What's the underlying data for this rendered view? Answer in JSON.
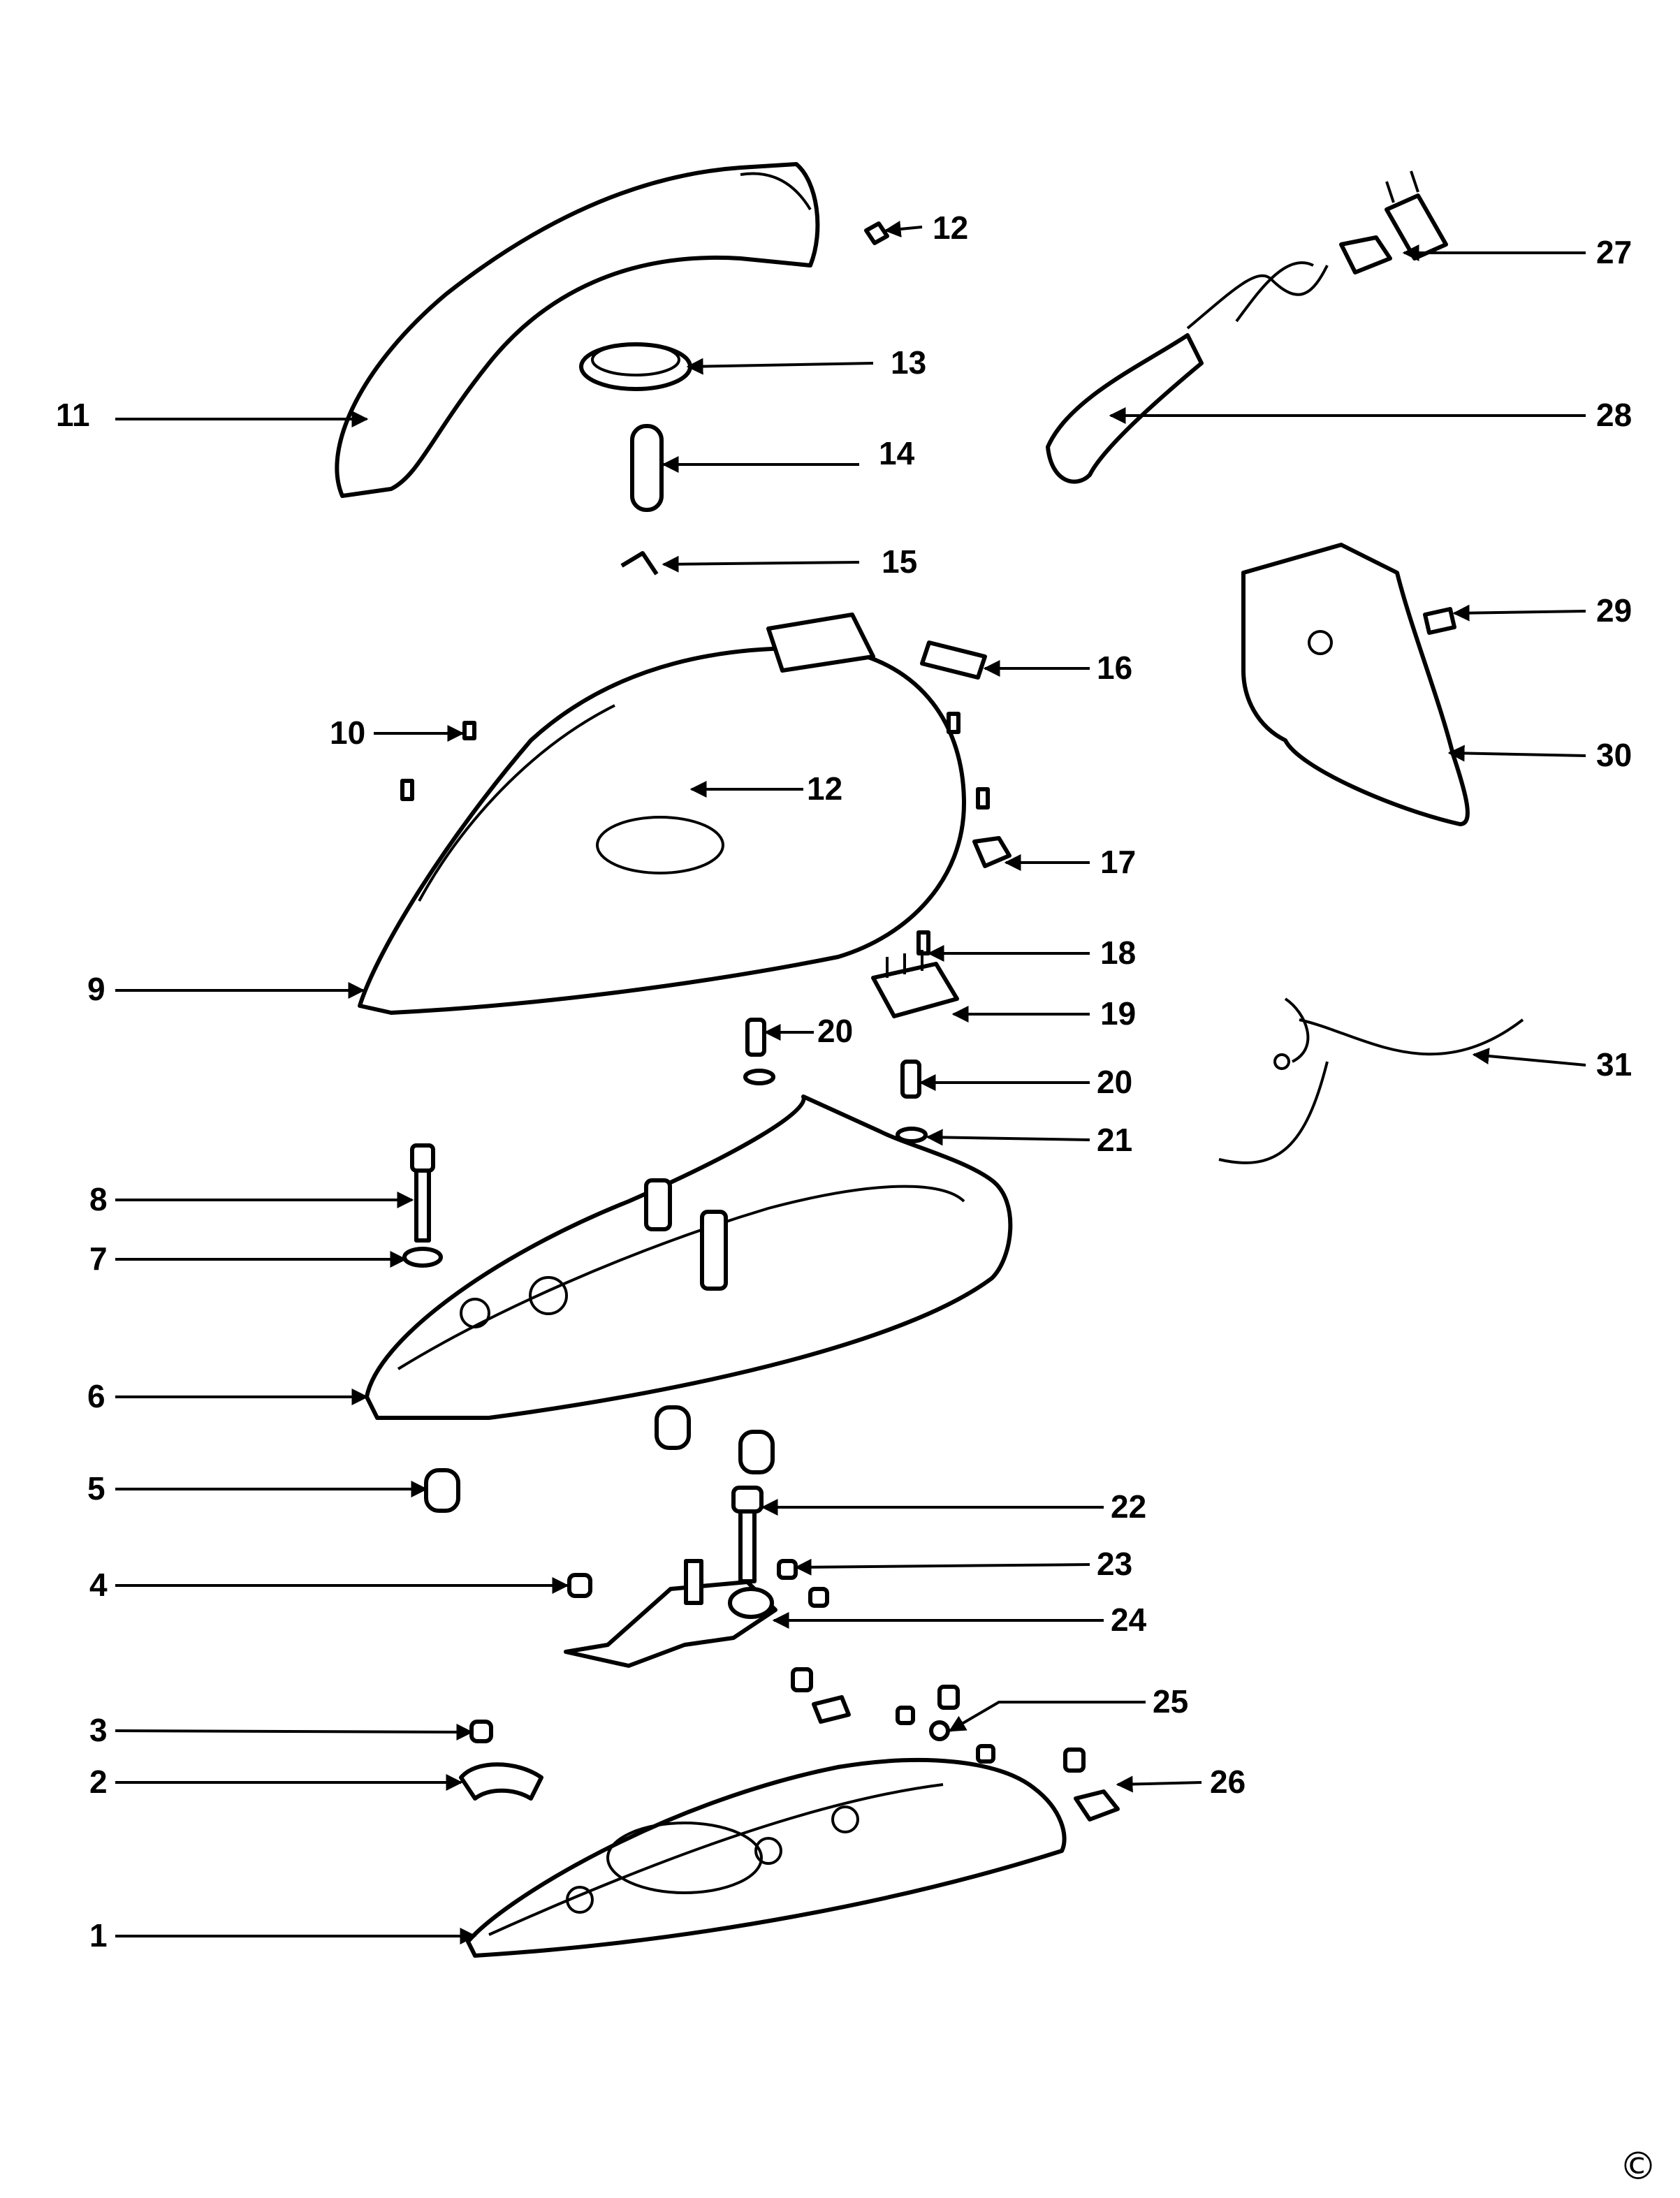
{
  "copyright_symbol": "©",
  "part_labels": [
    "1",
    "2",
    "3",
    "4",
    "5",
    "6",
    "7",
    "8",
    "9",
    "10",
    "11",
    "12",
    "13",
    "14",
    "15",
    "16",
    "17",
    "18",
    "19",
    "20",
    "21",
    "22",
    "23",
    "24",
    "25",
    "26",
    "27",
    "28",
    "29",
    "30",
    "31"
  ],
  "duplicate_labels": [
    "12",
    "20"
  ],
  "colors": {
    "ink": "#000000",
    "paper": "#ffffff"
  }
}
